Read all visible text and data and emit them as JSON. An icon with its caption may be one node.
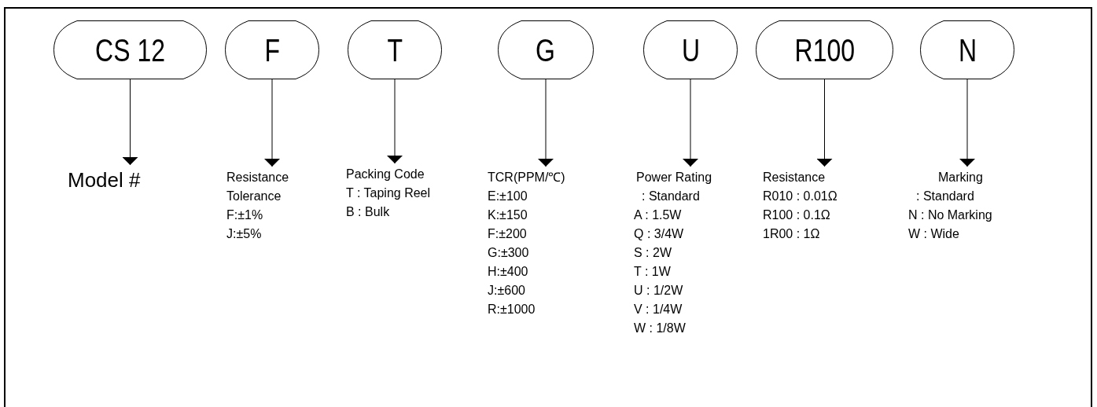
{
  "diagram": {
    "nodes": [
      {
        "text": [
          "CS 12"
        ]
      },
      {
        "text": [
          "F"
        ]
      },
      {
        "text": [
          "T"
        ]
      },
      {
        "text": [
          "G"
        ]
      },
      {
        "text": [
          "U"
        ]
      },
      {
        "text": [
          "R100"
        ]
      },
      {
        "text": [
          "N"
        ]
      },
      {
        "text": [
          "Model #"
        ]
      },
      {
        "text": [
          "Resistance Tolerance",
          "F:±1%",
          "J:±5%"
        ]
      },
      {
        "text": [
          "Packing Code",
          "T : Taping Reel",
          "B : Bulk"
        ]
      },
      {
        "text": [
          "TCR(PPM/℃)",
          "E:±100",
          "K:±150",
          "F:±200",
          "G:±300",
          "H:±400",
          "J:±600",
          "R:±1000"
        ]
      },
      {
        "text": [
          "Power Rating",
          ": Standard",
          "A : 1.5W",
          "Q : 3/4W",
          "S : 2W",
          "T : 1W",
          "U : 1/2W",
          "V : 1/4W",
          "W : 1/8W"
        ]
      },
      {
        "text": [
          "Resistance",
          "R010 : 0.01Ω",
          "R100 : 0.1Ω",
          "1R00 : 1Ω"
        ]
      },
      {
        "text": [
          "Marking",
          ": Standard",
          "N : No Marking",
          "W : Wide"
        ]
      }
    ],
    "edges": [
      {
        "from": 0,
        "to": 7,
        "arrow": "to"
      },
      {
        "from": 1,
        "to": 8,
        "arrow": "to"
      },
      {
        "from": 2,
        "to": 9,
        "arrow": "to"
      },
      {
        "from": 3,
        "to": 10,
        "arrow": "to"
      },
      {
        "from": 4,
        "to": 11,
        "arrow": "to"
      },
      {
        "from": 5,
        "to": 12,
        "arrow": "to"
      },
      {
        "from": 6,
        "to": 13,
        "arrow": "to"
      }
    ]
  }
}
